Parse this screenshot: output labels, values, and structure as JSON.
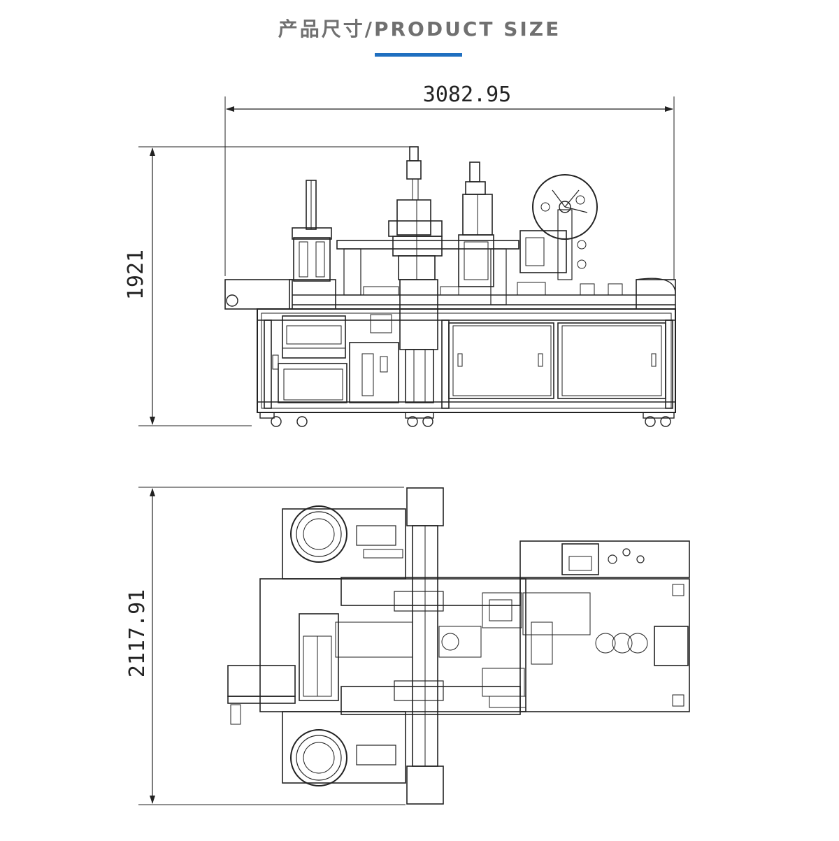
{
  "header": {
    "title": "产品尺寸/PRODUCT SIZE"
  },
  "side_view": {
    "width_label": "3082.95",
    "height_label": "1921"
  },
  "top_view": {
    "depth_label": "2117.91"
  },
  "colors": {
    "accent": "#1f6fc0",
    "title": "#707070",
    "line": "#222222"
  }
}
